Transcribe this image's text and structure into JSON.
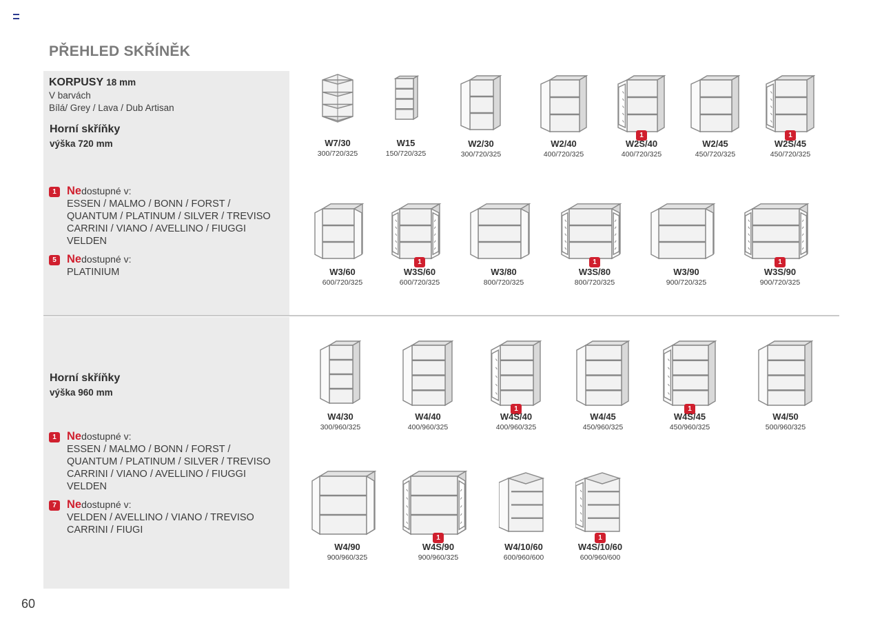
{
  "page_title": "PŘEHLED SKŘÍNĚK",
  "page_number": "60",
  "korpusy": {
    "title": "KORPUSY",
    "thickness": "18 mm",
    "line1": "V barvách",
    "line2": "Bílá/ Grey / Lava / Dub Artisan"
  },
  "section_720": {
    "title": "Horní skříňky",
    "subtitle": "výška 720 mm",
    "notes": [
      {
        "badge": "1",
        "ne": "Ne",
        "rest": "dostupné v:",
        "lines": [
          "ESSEN / MALMO / BONN / FORST /",
          "QUANTUM / PLATINUM / SILVER / TREVISO",
          "CARRINI / VIANO / AVELLINO / FIUGGI",
          "VELDEN"
        ]
      },
      {
        "badge": "5",
        "ne": "Ne",
        "rest": "dostupné v:",
        "lines": [
          "PLATINIUM"
        ]
      }
    ]
  },
  "section_960": {
    "title": "Horní skříňky",
    "subtitle": "výška 960 mm",
    "notes": [
      {
        "badge": "1",
        "ne": "Ne",
        "rest": "dostupné v:",
        "lines": [
          "ESSEN / MALMO / BONN / FORST /",
          "QUANTUM / PLATINUM / SILVER / TREVISO",
          "CARRINI / VIANO / AVELLINO / FIUGGI",
          "VELDEN"
        ]
      },
      {
        "badge": "7",
        "ne": "Ne",
        "rest": "dostupné v:",
        "lines": [
          "VELDEN / AVELLINO / VIANO / TREVISO",
          "CARRINI / FIUGI"
        ]
      }
    ]
  },
  "cabinets": [
    {
      "code": "W7/30",
      "dims": "300/720/325",
      "badge": "",
      "icon": "corner-shelf-cabinet-icon"
    },
    {
      "code": "W15",
      "dims": "150/720/325",
      "badge": "",
      "icon": "open-narrow-cabinet-icon"
    },
    {
      "code": "W2/30",
      "dims": "300/720/325",
      "badge": "",
      "icon": "wall-cabinet-icon"
    },
    {
      "code": "W2/40",
      "dims": "400/720/325",
      "badge": "",
      "icon": "wall-cabinet-icon"
    },
    {
      "code": "W2S/40",
      "dims": "400/720/325",
      "badge": "1",
      "icon": "glass-wall-cabinet-icon"
    },
    {
      "code": "W2/45",
      "dims": "450/720/325",
      "badge": "",
      "icon": "wall-cabinet-icon"
    },
    {
      "code": "W2S/45",
      "dims": "450/720/325",
      "badge": "1",
      "icon": "glass-wall-cabinet-icon"
    },
    {
      "code": "W3/60",
      "dims": "600/720/325",
      "badge": "",
      "icon": "double-wall-cabinet-icon"
    },
    {
      "code": "W3S/60",
      "dims": "600/720/325",
      "badge": "1",
      "icon": "glass-double-wall-cabinet-icon"
    },
    {
      "code": "W3/80",
      "dims": "800/720/325",
      "badge": "",
      "icon": "double-wall-cabinet-icon"
    },
    {
      "code": "W3S/80",
      "dims": "800/720/325",
      "badge": "1",
      "icon": "glass-double-wall-cabinet-icon"
    },
    {
      "code": "W3/90",
      "dims": "900/720/325",
      "badge": "",
      "icon": "double-wall-cabinet-icon"
    },
    {
      "code": "W3S/90",
      "dims": "900/720/325",
      "badge": "1",
      "icon": "glass-double-wall-cabinet-icon"
    },
    {
      "code": "W4/30",
      "dims": "300/960/325",
      "badge": "",
      "icon": "tall-wall-cabinet-icon"
    },
    {
      "code": "W4/40",
      "dims": "400/960/325",
      "badge": "",
      "icon": "tall-wall-cabinet-icon"
    },
    {
      "code": "W4S/40",
      "dims": "400/960/325",
      "badge": "1",
      "icon": "glass-tall-wall-cabinet-icon"
    },
    {
      "code": "W4/45",
      "dims": "450/960/325",
      "badge": "",
      "icon": "tall-wall-cabinet-icon"
    },
    {
      "code": "W4S/45",
      "dims": "450/960/325",
      "badge": "1",
      "icon": "glass-tall-wall-cabinet-icon"
    },
    {
      "code": "W4/50",
      "dims": "500/960/325",
      "badge": "",
      "icon": "tall-wall-cabinet-icon"
    },
    {
      "code": "W4/90",
      "dims": "900/960/325",
      "badge": "",
      "icon": "tall-double-wall-cabinet-icon"
    },
    {
      "code": "W4S/90",
      "dims": "900/960/325",
      "badge": "1",
      "icon": "glass-tall-double-wall-cabinet-icon"
    },
    {
      "code": "W4/10/60",
      "dims": "600/960/600",
      "badge": "",
      "icon": "corner-wall-cabinet-icon"
    },
    {
      "code": "W4S/10/60",
      "dims": "600/960/600",
      "badge": "1",
      "icon": "glass-corner-wall-cabinet-icon"
    }
  ]
}
